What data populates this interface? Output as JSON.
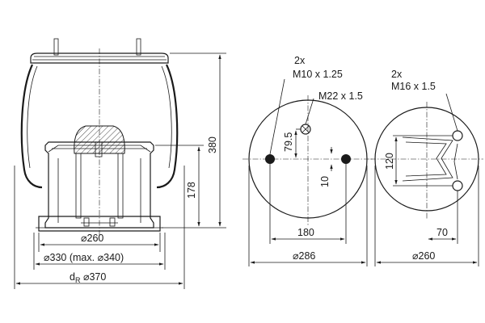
{
  "side_view": {
    "height_total": "380",
    "height_piston": "178",
    "dia_piston_top": "260",
    "dia_piston_base": "330 (max.",
    "dia_piston_base_max": "340)",
    "dia_bellow_prefix": "d",
    "dia_bellow_sub": "R",
    "dia_bellow": "370",
    "dia_symbol": "⌀"
  },
  "top_plate": {
    "bolt_count": "2x",
    "bolt_thread": "M10 x 1.25",
    "air_inlet_thread": "M22 x 1.5",
    "offset_vertical": "79.5",
    "offset_small": "10",
    "bolt_spacing": "180",
    "diameter": "286",
    "dia_symbol": "⌀"
  },
  "bottom_plate": {
    "bolt_count": "2x",
    "bolt_thread": "M16 x 1.5",
    "bolt_spacing": "120",
    "offset_horizontal": "70",
    "diameter": "260",
    "dia_symbol": "⌀"
  }
}
